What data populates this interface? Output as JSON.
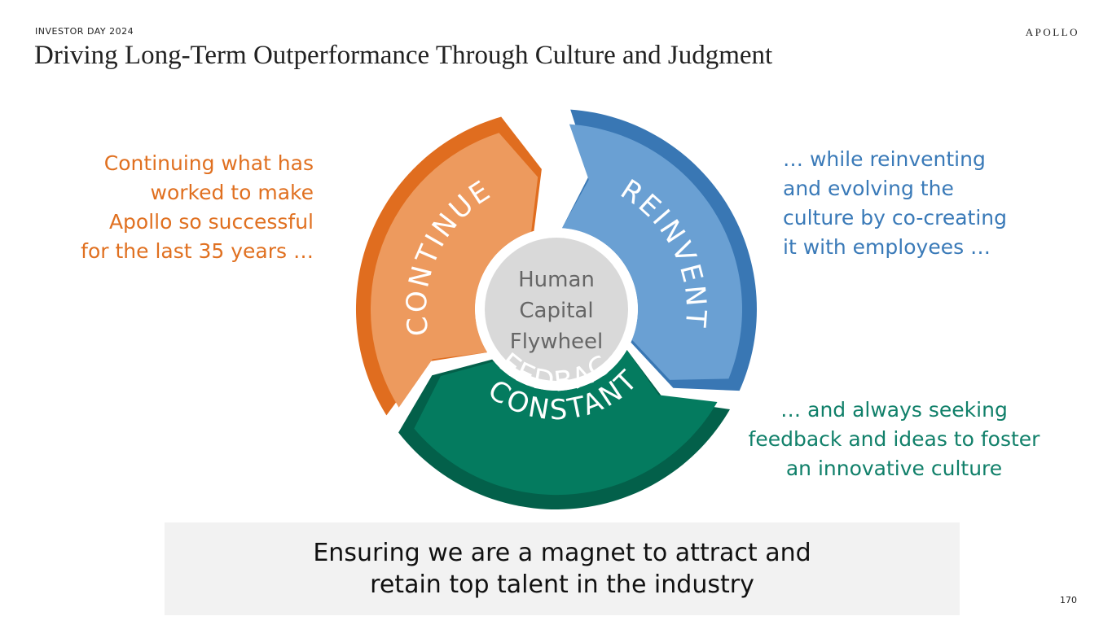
{
  "header": {
    "event": "INVESTOR DAY 2024",
    "logo": "APOLLO",
    "title": "Driving Long-Term Outperformance Through Culture and Judgment"
  },
  "flywheel": {
    "center": [
      "Human",
      "Capital",
      "Flywheel"
    ],
    "segments": {
      "continue": {
        "label": "CONTINUE",
        "light": "#ed9a5e",
        "dark": "#e06d1f"
      },
      "reinvent": {
        "label": "REINVENT",
        "light": "#6aa0d3",
        "dark": "#3977b4"
      },
      "feedback": {
        "label1": "CONSTANT",
        "label2": "FEEDBACK",
        "light": "#047b5f",
        "dark": "#03604a"
      }
    }
  },
  "notes": {
    "continue": [
      "Continuing what has",
      "worked to make",
      "Apollo so successful",
      "for the last 35 years …"
    ],
    "reinvent": [
      "… while reinventing",
      "and evolving the",
      "culture by co-creating",
      "it with employees …"
    ],
    "feedback": [
      "… and always seeking",
      "feedback and ideas to foster",
      "an innovative culture"
    ]
  },
  "banner": [
    "Ensuring we are a magnet to attract and",
    "retain top talent in the industry"
  ],
  "page_number": "170"
}
